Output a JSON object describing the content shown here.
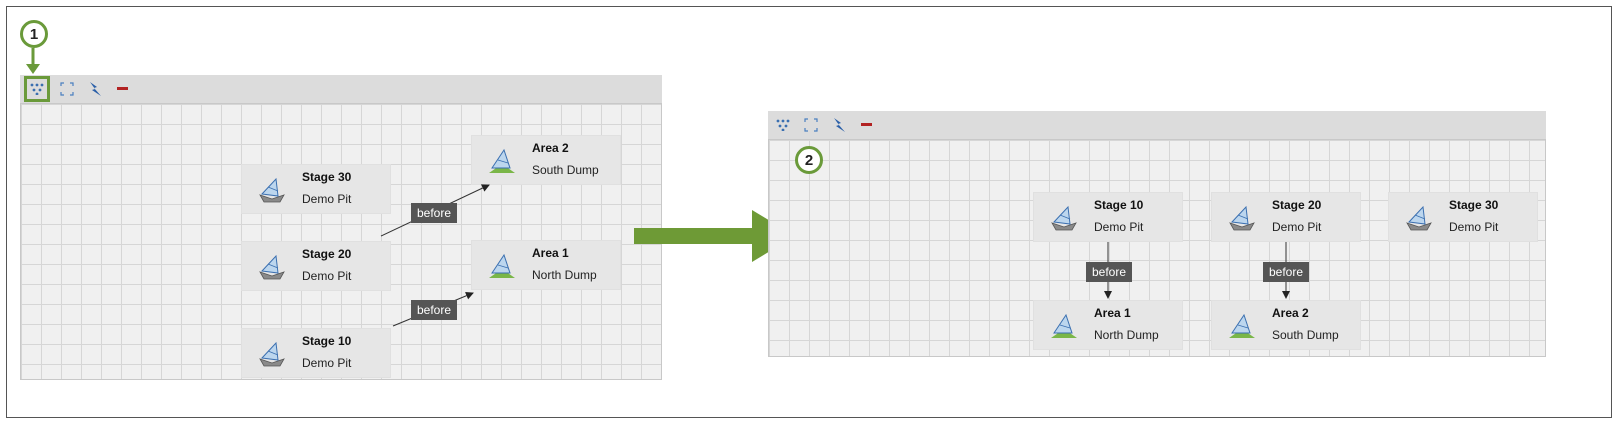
{
  "callouts": {
    "first": "1",
    "second": "2"
  },
  "relationship_label": "before",
  "toolbar": {
    "icons": [
      "hierarchy-layout-icon",
      "fit-to-screen-icon",
      "flash-icon",
      "remove-icon"
    ]
  },
  "before_diagram": {
    "nodes": [
      {
        "title": "Stage 30",
        "subtitle": "Demo Pit",
        "kind": "stage"
      },
      {
        "title": "Stage 20",
        "subtitle": "Demo Pit",
        "kind": "stage"
      },
      {
        "title": "Stage 10",
        "subtitle": "Demo Pit",
        "kind": "stage"
      },
      {
        "title": "Area 2",
        "subtitle": "South Dump",
        "kind": "area"
      },
      {
        "title": "Area 1",
        "subtitle": "North Dump",
        "kind": "area"
      }
    ]
  },
  "after_diagram": {
    "nodes": [
      {
        "title": "Stage 10",
        "subtitle": "Demo Pit",
        "kind": "stage"
      },
      {
        "title": "Stage 20",
        "subtitle": "Demo Pit",
        "kind": "stage"
      },
      {
        "title": "Stage 30",
        "subtitle": "Demo Pit",
        "kind": "stage"
      },
      {
        "title": "Area 1",
        "subtitle": "North Dump",
        "kind": "area"
      },
      {
        "title": "Area 2",
        "subtitle": "South Dump",
        "kind": "area"
      }
    ]
  },
  "colors": {
    "accent_green": "#6a9a3a",
    "arrow_green": "#6e9a36",
    "label_bg": "#555555",
    "remove_red": "#b22222"
  }
}
